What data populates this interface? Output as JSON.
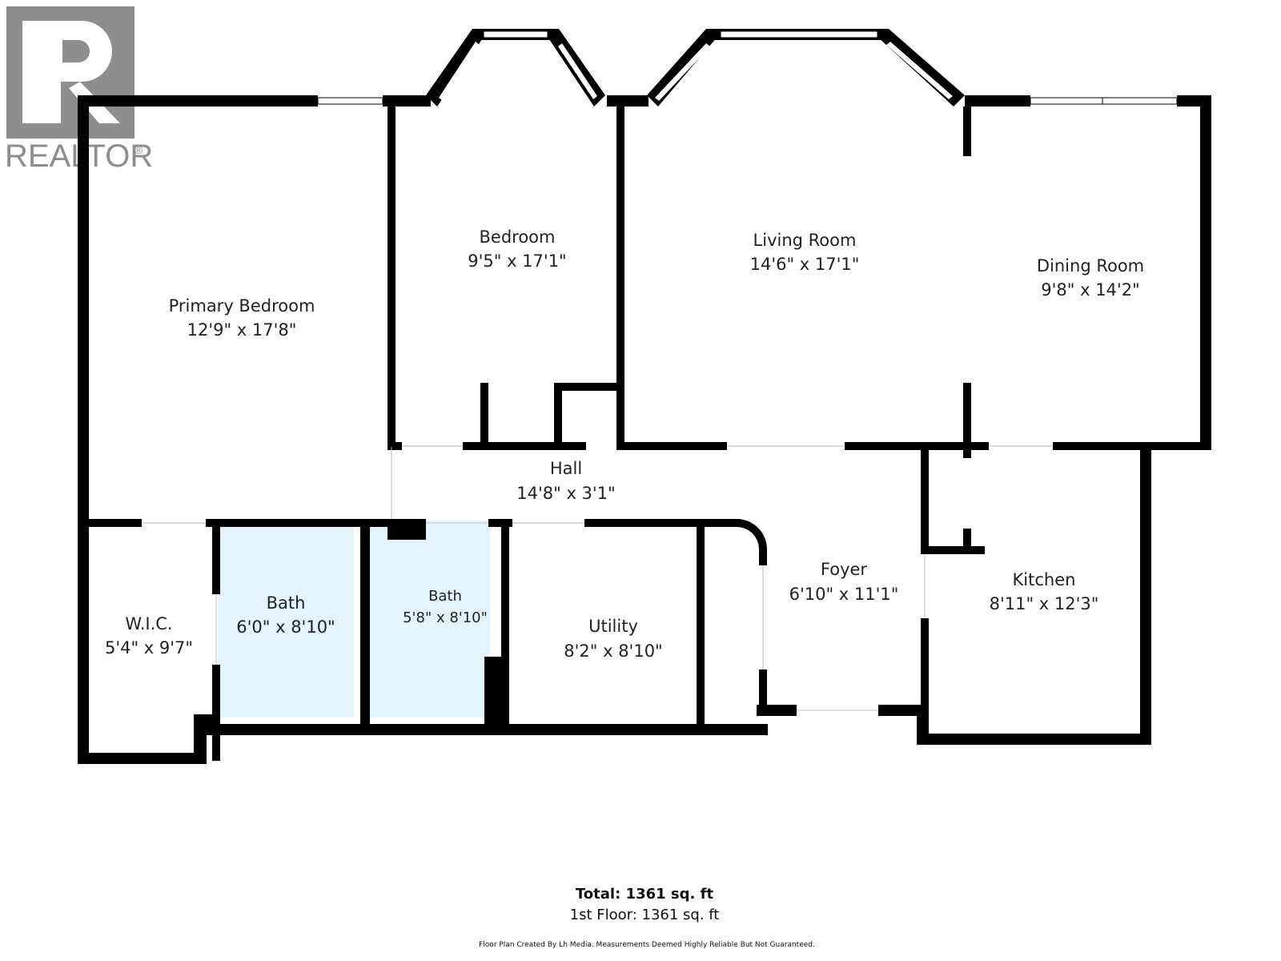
{
  "branding": {
    "logo_letter": "R",
    "logo_text": "REALTOR",
    "registered_mark": "®",
    "logo_color": "#8e8e8e"
  },
  "colors": {
    "wall": "#000000",
    "bath_fill": "#e3f4fd",
    "window": "#ffffff"
  },
  "rooms": {
    "primary_bedroom": {
      "name": "Primary Bedroom",
      "dims": "12'9\" x 17'8\""
    },
    "bedroom": {
      "name": "Bedroom",
      "dims": "9'5\" x 17'1\""
    },
    "living_room": {
      "name": "Living Room",
      "dims": "14'6\" x 17'1\""
    },
    "dining_room": {
      "name": "Dining Room",
      "dims": "9'8\" x 14'2\""
    },
    "hall": {
      "name": "Hall",
      "dims": "14'8\" x 3'1\""
    },
    "wic": {
      "name": "W.I.C.",
      "dims": "5'4\" x 9'7\""
    },
    "bath_1": {
      "name": "Bath",
      "dims": "6'0\" x 8'10\""
    },
    "bath_2": {
      "name": "Bath",
      "dims": "5'8\" x 8'10\""
    },
    "utility": {
      "name": "Utility",
      "dims": "8'2\" x 8'10\""
    },
    "foyer": {
      "name": "Foyer",
      "dims": "6'10\" x 11'1\""
    },
    "kitchen": {
      "name": "Kitchen",
      "dims": "8'11\" x 12'3\""
    }
  },
  "summary": {
    "total": "Total: 1361 sq. ft",
    "floor": "1st Floor: 1361 sq. ft"
  },
  "disclaimer": "Floor Plan Created By Lh Media. Measurements Deemed Highly Reliable But Not Guaranteed."
}
